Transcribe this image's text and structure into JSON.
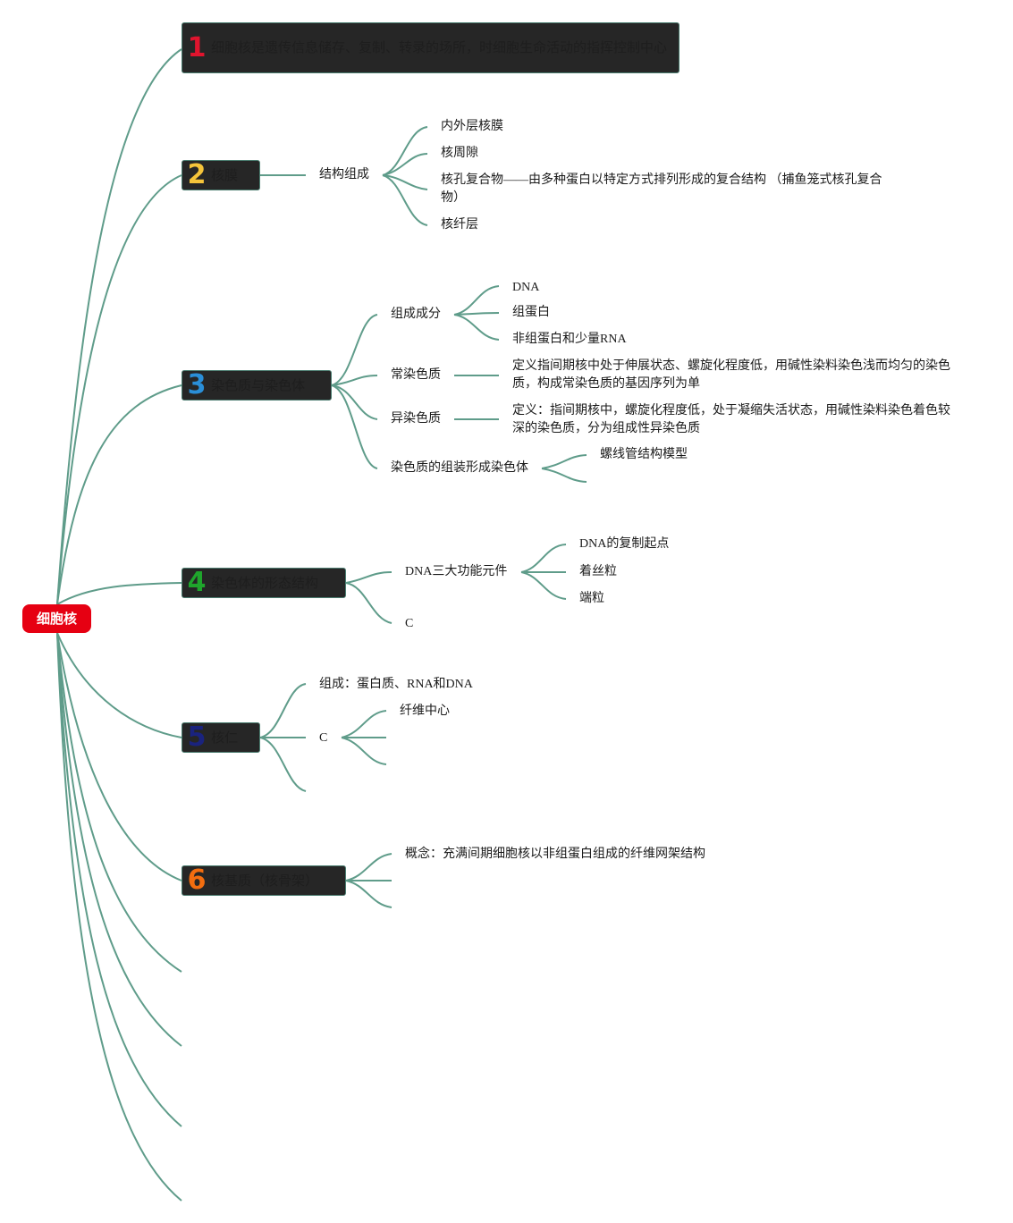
{
  "root": {
    "label": "细胞核"
  },
  "topics": [
    {
      "num": "1",
      "color": "#e0142e",
      "label": "细胞核是遗传信息储存、复制、转录的场所，时细胞生命活动的指挥控制中心"
    },
    {
      "num": "2",
      "color": "#f5c43a",
      "label": "核膜"
    },
    {
      "num": "3",
      "color": "#2a8fd8",
      "label": "染色质与染色体"
    },
    {
      "num": "4",
      "color": "#1fa52c",
      "label": "染色体的形态结构"
    },
    {
      "num": "5",
      "color": "#1a237e",
      "label": "核仁"
    },
    {
      "num": "6",
      "color": "#f36d0f",
      "label": "核基质（核骨架）"
    }
  ],
  "nuclear_envelope": {
    "child": "结构组成",
    "items": [
      "内外层核膜",
      "核周隙",
      "核孔复合物——由多种蛋白以特定方式排列形成的复合结构 （捕鱼笼式核孔复合物）",
      "核纤层"
    ]
  },
  "chromatin": {
    "components": {
      "label": "组成成分",
      "items": [
        "DNA",
        "组蛋白",
        "非组蛋白和少量RNA"
      ]
    },
    "euchromatin": {
      "label": "常染色质",
      "definition": "定义指间期核中处于伸展状态、螺旋化程度低，用碱性染料染色浅而均匀的染色质，构成常染色质的基因序列为单"
    },
    "heterochromatin": {
      "label": "异染色质",
      "definition": "定义：指间期核中，螺旋化程度低，处于凝缩失活状态，用碱性染料染色着色较深的染色质，分为组成性异染色质"
    },
    "assembly": {
      "label": "染色质的组装形成染色体",
      "items": [
        "螺线管结构模型"
      ]
    }
  },
  "chromosome_structure": {
    "elements": {
      "label": "DNA三大功能元件",
      "items": [
        "DNA的复制起点",
        "着丝粒",
        "端粒"
      ]
    },
    "other": "C"
  },
  "nucleolus": {
    "composition": "组成：蛋白质、RNA和DNA",
    "other": {
      "label": "C",
      "items": [
        "纤维中心"
      ]
    }
  },
  "nuclear_matrix": {
    "concept": "概念：充满间期细胞核以非组蛋白组成的纤维网架结构"
  },
  "colors": {
    "link": "#5f9c8a",
    "root_bg": "#e60012",
    "topic_bg": "#262626"
  }
}
